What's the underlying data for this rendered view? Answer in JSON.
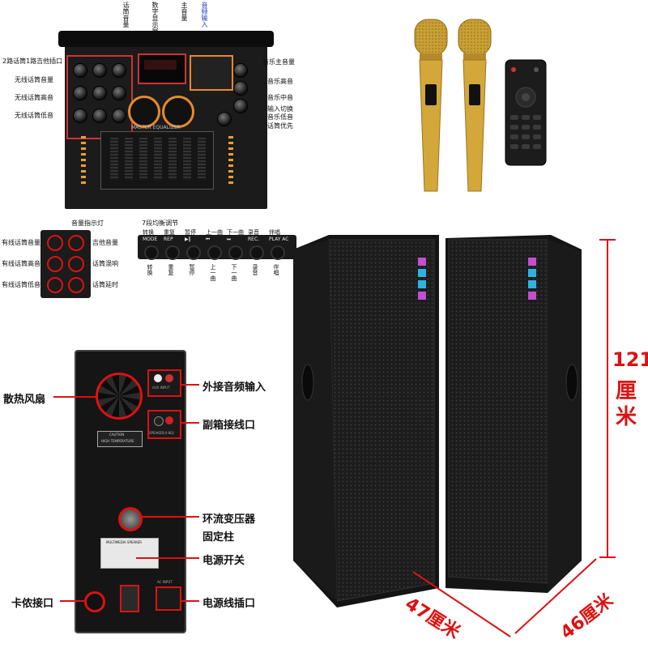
{
  "mixer": {
    "labels_top": [
      "话筒音量",
      "数字显示屏",
      "主音量",
      "音频输入"
    ],
    "labels_left": [
      "2路话筒1路吉他插口",
      "无线话筒音量",
      "无线话筒高音",
      "无线话筒低音"
    ],
    "labels_right": [
      "音乐主音量",
      "音乐高音",
      "音乐中音",
      "输入切换",
      "音乐低音",
      "话筒优先"
    ],
    "labels_bottom": [
      "音量指示灯",
      "7段均衡调节"
    ],
    "panel_text": "MASTER EQUALIZER"
  },
  "knob_detail": {
    "left_labels": [
      "有线话筒音量",
      "有线话筒高音",
      "有线话筒低音"
    ],
    "right_labels": [
      "吉他音量",
      "话筒混响",
      "话筒延时"
    ]
  },
  "mode_buttons": [
    {
      "top": "转换",
      "en": "MODE",
      "bottom": "转换"
    },
    {
      "top": "重复",
      "en": "REP",
      "bottom": "重复"
    },
    {
      "top": "暂停",
      "en": "▶‖",
      "bottom": "暂停"
    },
    {
      "top": "上一曲",
      "en": "⏮",
      "bottom": "上一曲"
    },
    {
      "top": "下一曲",
      "en": "⏭",
      "bottom": "下一曲"
    },
    {
      "top": "录音",
      "en": "REC.",
      "bottom": "录音"
    },
    {
      "top": "伴唱",
      "en": "PLAY ACCOMPANIMENT",
      "bottom": "伴唱"
    }
  ],
  "back_panel": {
    "labels": [
      "散热风扇",
      "外接音频输入",
      "副箱接线口",
      "环流变压器",
      "固定柱",
      "电源开关",
      "卡侬接口",
      "电源线插口"
    ],
    "caution_title": "CAUTION",
    "caution_text": "HIGH TEMPERATURE",
    "plate_title": "MULTIMEDIA SPEAKER",
    "aux_label": "AUX INPUT",
    "speaker_label": "SPEAKER(4-8Ω)",
    "ac_label": "AC INPUT"
  },
  "dimensions": {
    "height_value": "121",
    "height_unit_1": "厘",
    "height_unit_2": "米",
    "width": "47厘米",
    "depth": "46厘米"
  },
  "colors": {
    "dimension": "#dd1111",
    "mic_gold": "#d4a73a",
    "panel_dark": "#1b1b1b"
  }
}
